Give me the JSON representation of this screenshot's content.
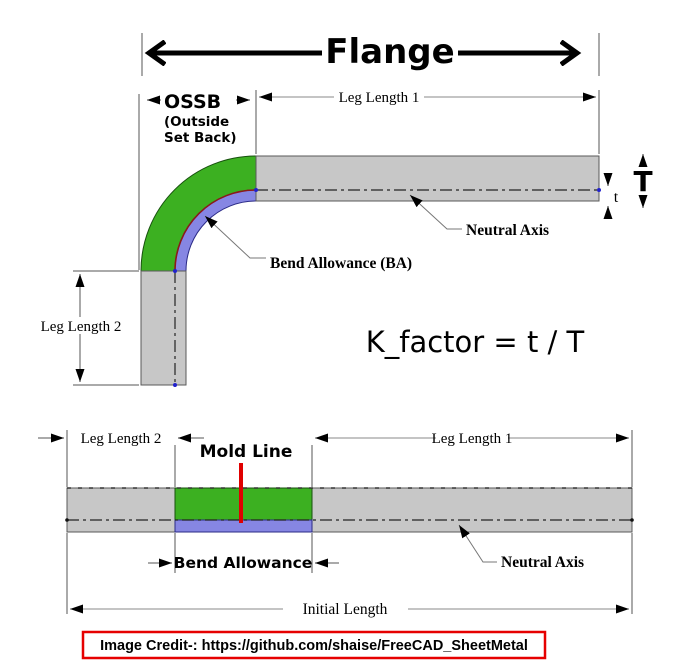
{
  "title": "Sheet metal K-factor bend diagram",
  "colors": {
    "bend_outer_green": "#3CB021",
    "bend_inner_purple": "#8686E3",
    "sheet_gray": "#C7C7C7",
    "mold_line_red": "#E00000",
    "neutral_arc_dark_red": "#8B1A1A",
    "node_dot_blue": "#2222CC",
    "credit_red": "#E60000"
  },
  "top_view": {
    "flange_label": "Flange",
    "ossb_label": "OSSB",
    "ossb_sub_line1": "(Outside",
    "ossb_sub_line2": "Set Back)",
    "leg_length_1_label": "Leg Length 1",
    "leg_length_2_label": "Leg Length 2",
    "neutral_axis_label": "Neutral Axis",
    "bend_allowance_label": "Bend Allowance (BA)",
    "total_thickness_label": "T",
    "neutral_distance_label": "t"
  },
  "formula": "K_factor = t / T",
  "flat_view": {
    "leg_length_2_label": "Leg Length 2",
    "leg_length_1_label": "Leg Length 1",
    "mold_line_label": "Mold Line",
    "bend_allowance_label": "Bend Allowance",
    "neutral_axis_label": "Neutral Axis",
    "initial_length_label": "Initial Length"
  },
  "credit": "Image Credit-: https://github.com/shaise/FreeCAD_SheetMetal"
}
